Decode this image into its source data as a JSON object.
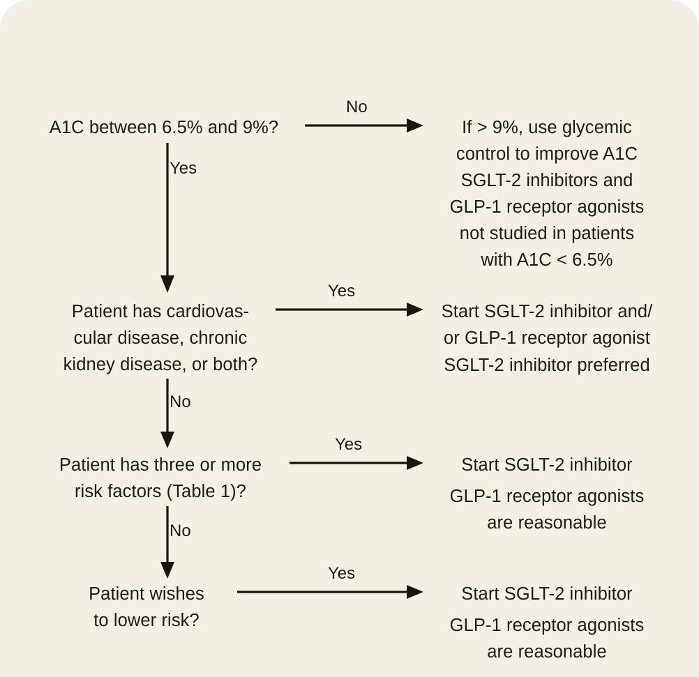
{
  "figure": {
    "type": "flowchart",
    "title": "",
    "background_color": "#f3efe4",
    "line_color": "#17170f",
    "text_color": "#1b1b19"
  },
  "nodes": [
    {
      "id": "q1",
      "kind": "question",
      "text": "A1C between 6.5% and 9%?"
    },
    {
      "id": "o1",
      "kind": "outcome",
      "paragraphs": [
        "If > 9%, use glycemic\ncontrol to improve A1C",
        "SGLT-2 inhibitors and\nGLP-1 receptor agonists\nnot studied in patients\nwith A1C < 6.5%"
      ]
    },
    {
      "id": "q2",
      "kind": "question",
      "text": "Patient has cardiovas-\ncular disease, chronic\nkidney disease, or both?"
    },
    {
      "id": "o2",
      "kind": "outcome",
      "paragraphs": [
        "Start SGLT-2 inhibitor and/\nor GLP-1 receptor agonist",
        "SGLT-2 inhibitor preferred"
      ]
    },
    {
      "id": "q3",
      "kind": "question",
      "text": "Patient has three or more\nrisk factors (Table 1)?"
    },
    {
      "id": "o3",
      "kind": "outcome",
      "paragraphs": [
        "Start SGLT-2 inhibitor",
        "GLP-1 receptor agonists\nare reasonable"
      ]
    },
    {
      "id": "q4",
      "kind": "question",
      "text": "Patient wishes\nto lower risk?"
    },
    {
      "id": "o4",
      "kind": "outcome",
      "paragraphs": [
        "Start SGLT-2 inhibitor",
        "GLP-1 receptor agonists\nare reasonable"
      ]
    }
  ],
  "edges": [
    {
      "id": "e1",
      "from": "q1",
      "to": "o1",
      "label": "No",
      "direction": "right"
    },
    {
      "id": "e2",
      "from": "q1",
      "to": "q2",
      "label": "Yes",
      "direction": "down"
    },
    {
      "id": "e3",
      "from": "q2",
      "to": "o2",
      "label": "Yes",
      "direction": "right"
    },
    {
      "id": "e4",
      "from": "q2",
      "to": "q3",
      "label": "No",
      "direction": "down"
    },
    {
      "id": "e5",
      "from": "q3",
      "to": "o3",
      "label": "Yes",
      "direction": "right"
    },
    {
      "id": "e6",
      "from": "q3",
      "to": "q4",
      "label": "No",
      "direction": "down"
    },
    {
      "id": "e7",
      "from": "q4",
      "to": "o4",
      "label": "Yes",
      "direction": "right"
    }
  ]
}
